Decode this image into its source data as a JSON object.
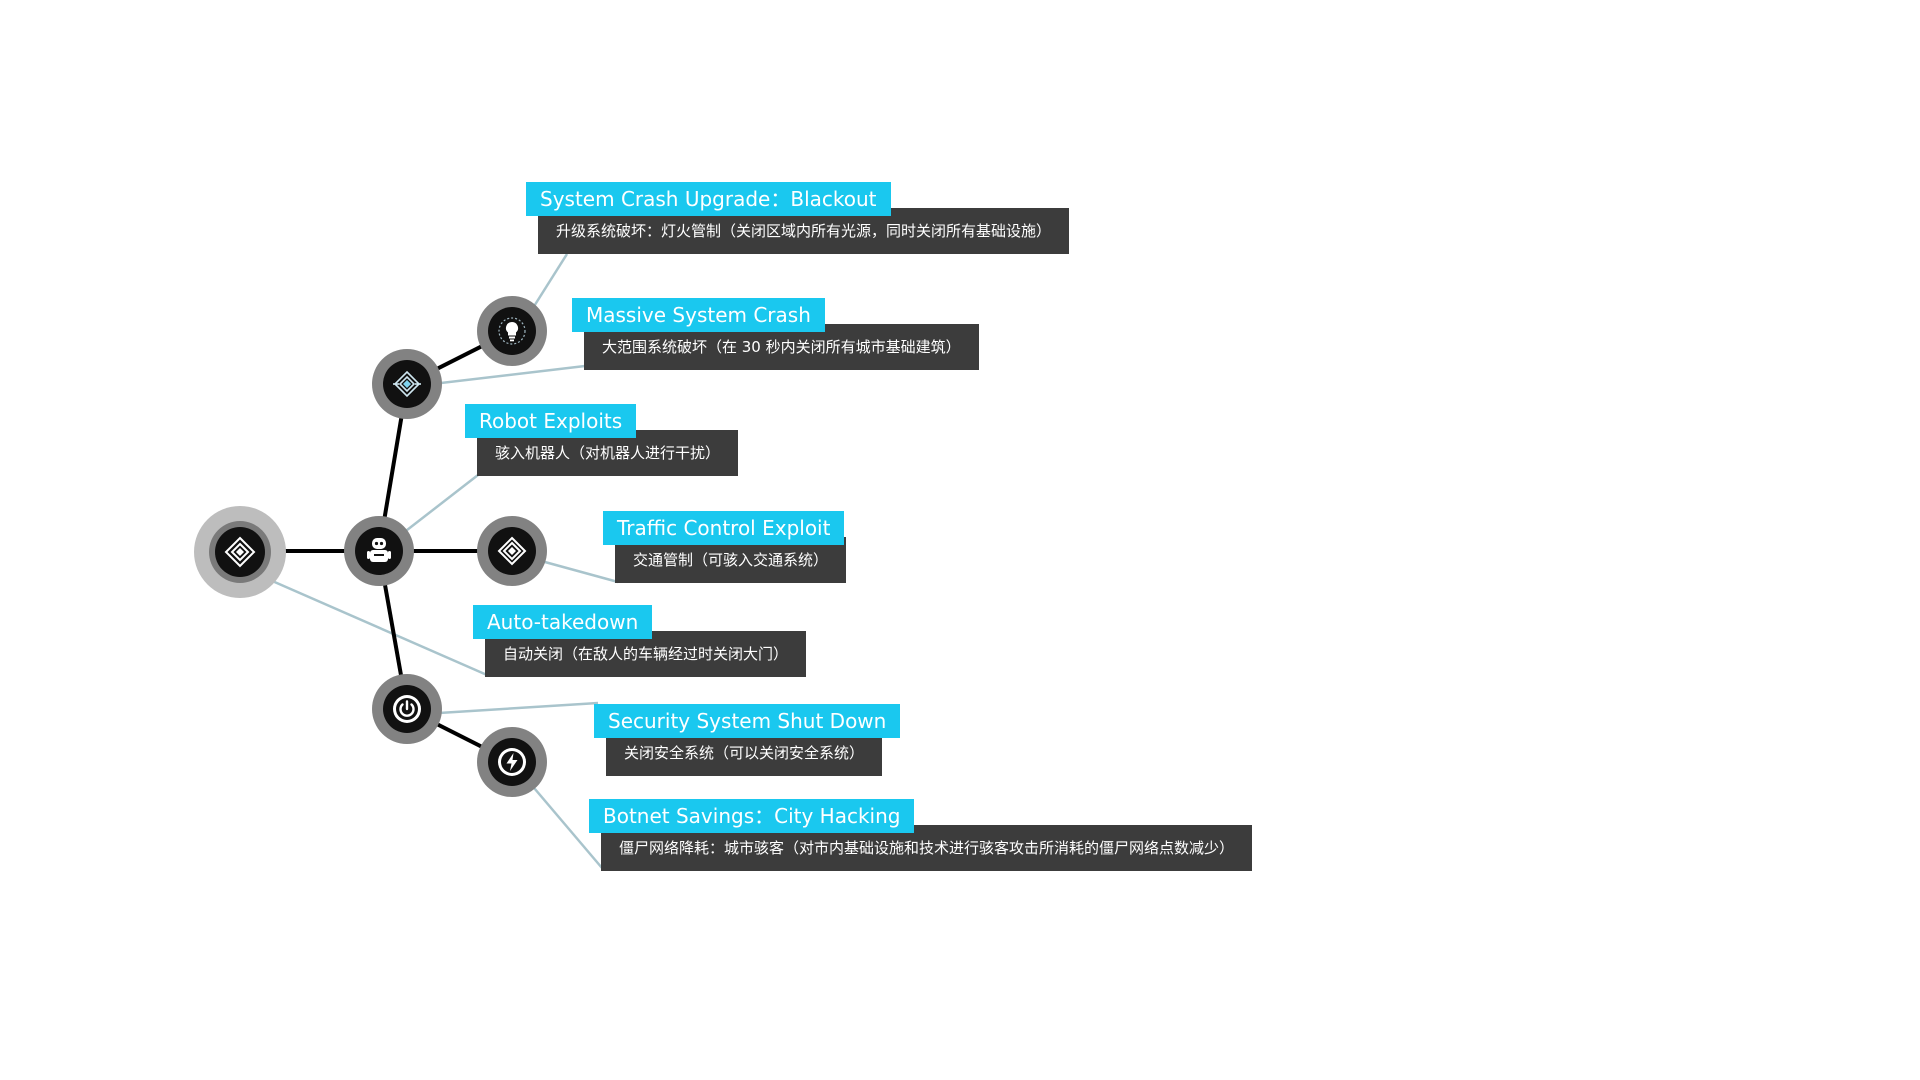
{
  "skills": [
    {
      "title": "System Crash Upgrade：Blackout",
      "desc": "升级系统破坏：灯火管制（关闭区域内所有光源，同时关闭所有基础设施）"
    },
    {
      "title": "Massive System Crash",
      "desc": "大范围系统破坏（在 30 秒内关闭所有城市基础建筑）"
    },
    {
      "title": "Robot Exploits",
      "desc": "骇入机器人（对机器人进行干扰）"
    },
    {
      "title": "Traffic Control Exploit",
      "desc": "交通管制（可骇入交通系统）"
    },
    {
      "title": "Auto-takedown",
      "desc": "自动关闭（在敌人的车辆经过时关闭大门）"
    },
    {
      "title": "Security System Shut Down",
      "desc": "关闭安全系统（可以关闭安全系统）"
    },
    {
      "title": "Botnet Savings：City Hacking",
      "desc": "僵尸网络降耗：城市骇客（对市内基础设施和技术进行骇客攻击所消耗的僵尸网络点数减少）"
    }
  ],
  "nodes": {
    "root": {
      "icon": "diamond-chip-icon"
    },
    "robot": {
      "icon": "robot-icon"
    },
    "crash": {
      "icon": "diamond-chip-icon"
    },
    "blackout": {
      "icon": "lightbulb-icon"
    },
    "traffic": {
      "icon": "diamond-chip-icon"
    },
    "shutdown": {
      "icon": "power-icon"
    },
    "botnet": {
      "icon": "lightning-icon"
    }
  },
  "colors": {
    "accent": "#1ac8ef",
    "desc_bg": "#3c3c3c",
    "connector": "#000000",
    "leader": "#a9c4cc",
    "node_ring": "#828282",
    "root_ring": "#bdbdbd"
  }
}
